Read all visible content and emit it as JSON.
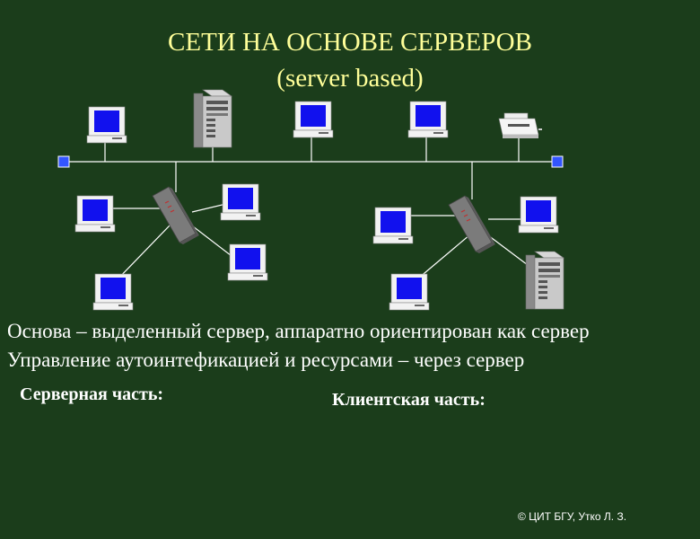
{
  "slide": {
    "title_line1": "СЕТИ НА ОСНОВЕ СЕРВЕРОВ",
    "title_line2": "(server based)",
    "body_line1": "Основа – выделенный сервер, аппаратно ориентирован как сервер",
    "body_line2": "Управление аутоинтефикацией и ресурсами – через сервер",
    "server_part_label": "Серверная часть:",
    "client_part_label": "Клиентская часть:",
    "footer": "© ЦИТ БГУ, Утко Л. З."
  },
  "colors": {
    "background": "#1b3d1b",
    "title": "#ffff99",
    "text": "#ffffff",
    "screen": "#1111ee",
    "link": "#ffffff",
    "terminator": "#3355ff"
  },
  "diagram": {
    "icons": [
      "computer-icon",
      "server-tower-icon",
      "hub-icon",
      "printer-icon",
      "bus-terminator-icon"
    ]
  }
}
